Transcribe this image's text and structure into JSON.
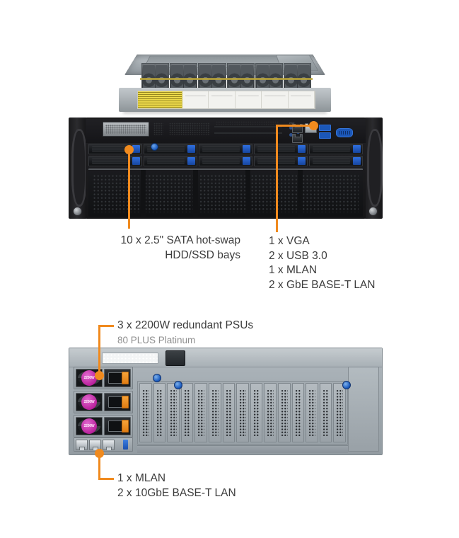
{
  "product": {
    "views": {
      "top": "open-chassis-perspective-and-front-panel",
      "bottom": "rear-panel"
    }
  },
  "accent_color": "#F08A1E",
  "text_color": "#3c3c3c",
  "subtext_color": "#8e8e8e",
  "callouts": {
    "front_drive_bays": {
      "name": "drive-bays-callout",
      "lines": [
        "10 x 2.5\" SATA hot-swap",
        "HDD/SSD bays"
      ]
    },
    "front_io": {
      "name": "front-io-callout",
      "lines": [
        "1 x VGA",
        "2 x USB 3.0",
        "1 x MLAN",
        "2 x GbE BASE-T LAN"
      ]
    },
    "rear_psu": {
      "name": "psu-callout",
      "title": "3 x 2200W redundant PSUs",
      "subtitle": "80 PLUS Platinum"
    },
    "rear_lan": {
      "name": "rear-lan-callout",
      "lines": [
        "1 x MLAN",
        "2 x 10GbE BASE-T LAN"
      ]
    }
  },
  "front_panel": {
    "drive_bay_columns": 5,
    "drive_bay_rows": 2,
    "ports": {
      "rj45_count": 2,
      "usb3_count": 2,
      "vga_count": 1
    }
  },
  "rear_panel": {
    "psu_modules": [
      {
        "wattage_label": "2200W"
      },
      {
        "wattage_label": "2200W"
      },
      {
        "wattage_label": "2200W"
      }
    ],
    "pcie_slot_count": 15,
    "rj45_count": 3
  },
  "chassis": {
    "fan_modules": 6,
    "fans_per_module": 2
  }
}
